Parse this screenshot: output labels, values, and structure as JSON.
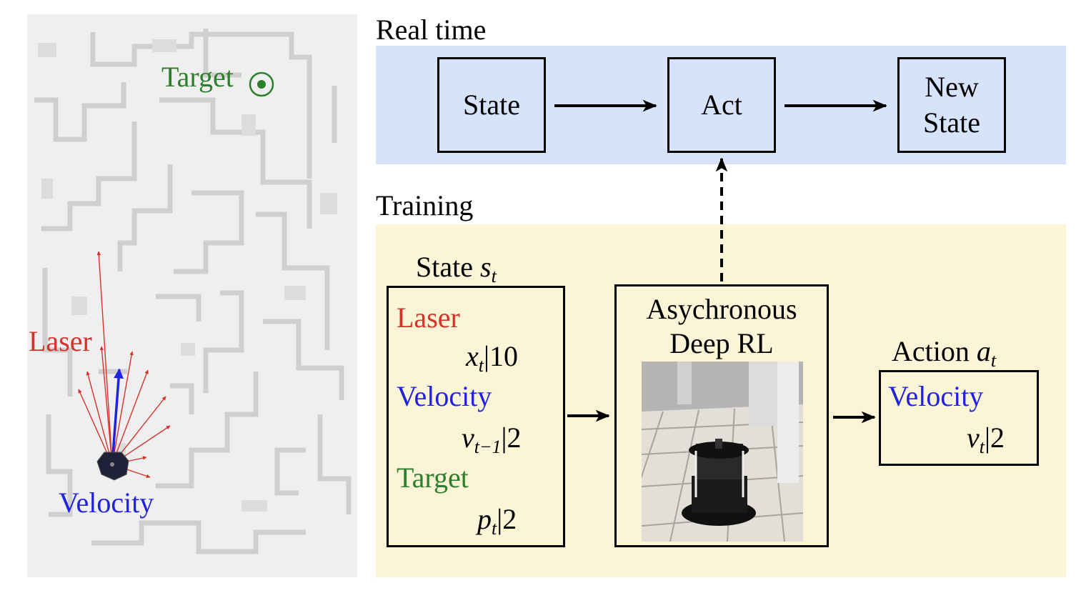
{
  "left_map": {
    "target_label": "Target",
    "laser_label": "Laser",
    "velocity_label": "Velocity"
  },
  "real_time": {
    "heading": "Real time",
    "state_box": "State",
    "act_box": "Act",
    "new_state_line1": "New",
    "new_state_line2": "State"
  },
  "training": {
    "heading": "Training",
    "state_title": "State",
    "state_symbol": "s",
    "state_sub": "t",
    "laser_label": "Laser",
    "laser_var": "x",
    "laser_sub": "t",
    "laser_dim": "|10",
    "velocity_label": "Velocity",
    "velocity_var": "v",
    "velocity_sub": "t−1",
    "velocity_dim": "|2",
    "target_label": "Target",
    "target_var": "p",
    "target_sub": "t",
    "target_dim": "|2",
    "drl_line1": "Asychronous",
    "drl_line2": "Deep RL",
    "action_title": "Action",
    "action_symbol": "a",
    "action_sub": "t",
    "action_velocity_label": "Velocity",
    "action_var": "v",
    "action_var_sub": "t",
    "action_dim": "|2"
  },
  "colors": {
    "laser": "#d7322a",
    "velocity": "#1f22e0",
    "target": "#2e7f2b",
    "real_time_bg": "#d7e3fb",
    "training_bg": "#fbf4d6"
  }
}
